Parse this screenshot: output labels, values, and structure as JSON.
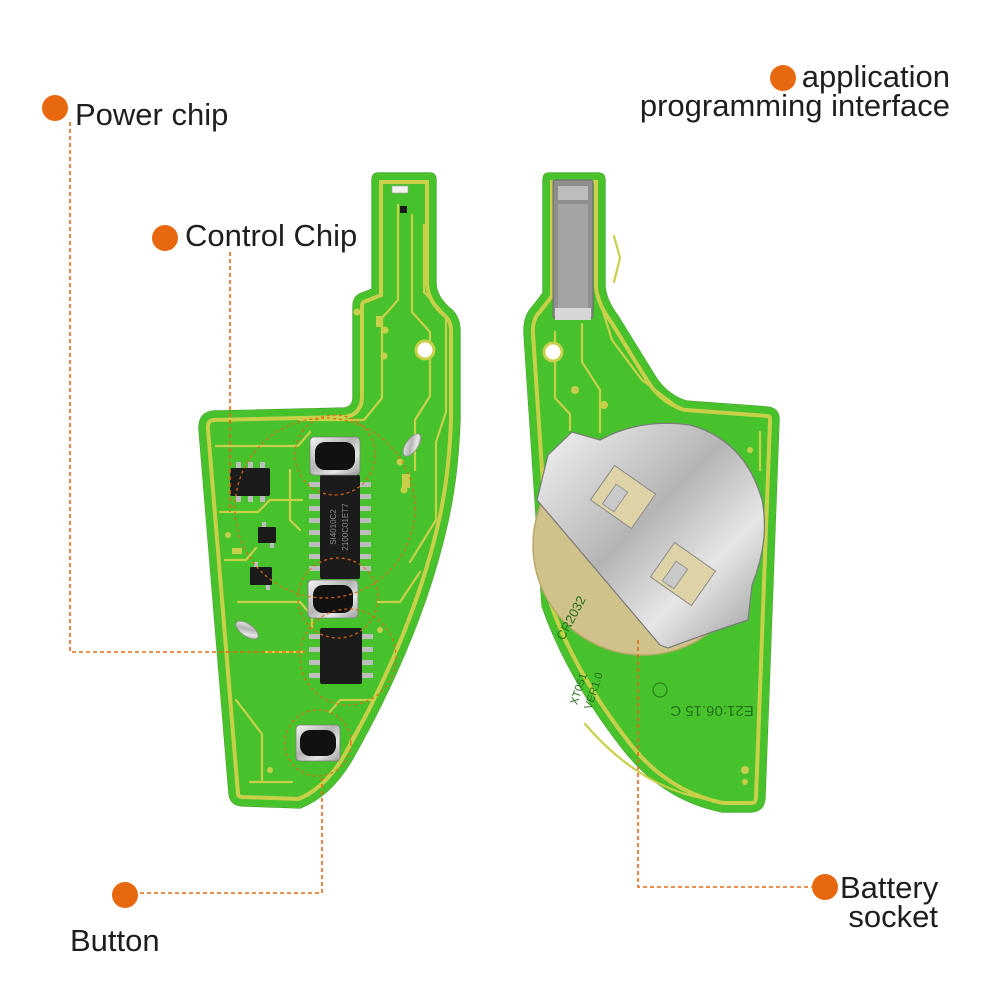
{
  "colors": {
    "accent": "#E8680F",
    "pcb_green": "#47C22C",
    "pcb_edge": "#2F9A1E",
    "trace_gold": "#C8D04A",
    "chip_black": "#1B1B1B",
    "label_text": "#1E1E1E",
    "battery_pad": "#CFC28A"
  },
  "callouts": {
    "power_chip": "Power chip",
    "control_chip": "Control Chip",
    "api": [
      "application",
      "programming interface"
    ],
    "battery_socket": [
      "Battery",
      "socket"
    ],
    "button": "Button"
  },
  "pcb_markings": {
    "chip_line1": "SI4010C2",
    "chip_line2": "2100C01ET7",
    "battery_model": "CR2032",
    "board_model": "XT051",
    "board_version": "VER1.0",
    "date_code": "E21:06.15 C"
  }
}
